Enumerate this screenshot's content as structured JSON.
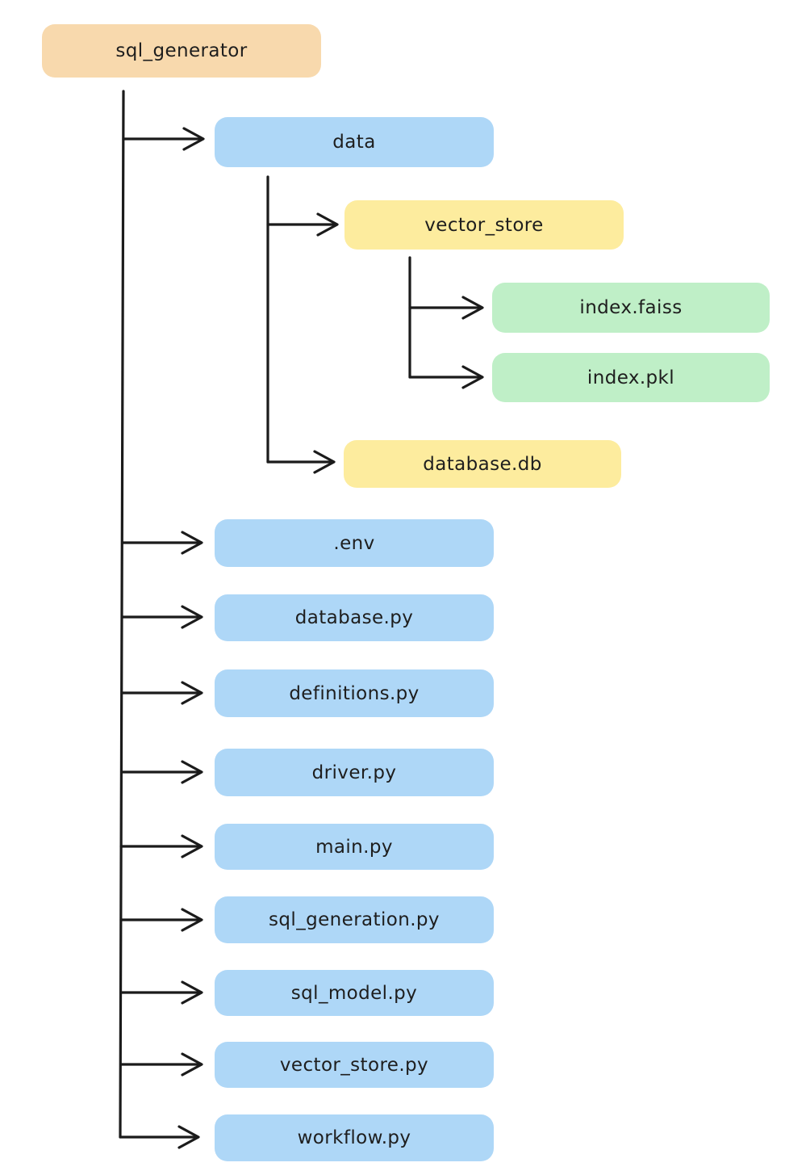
{
  "tree": {
    "root": {
      "label": "sql_generator"
    },
    "children": [
      {
        "label": "data",
        "children": [
          {
            "label": "vector_store",
            "children": [
              {
                "label": "index.faiss"
              },
              {
                "label": "index.pkl"
              }
            ]
          },
          {
            "label": "database.db"
          }
        ]
      },
      {
        "label": ".env"
      },
      {
        "label": "database.py"
      },
      {
        "label": "definitions.py"
      },
      {
        "label": "driver.py"
      },
      {
        "label": "main.py"
      },
      {
        "label": "sql_generation.py"
      },
      {
        "label": "sql_model.py"
      },
      {
        "label": "vector_store.py"
      },
      {
        "label": "workflow.py"
      }
    ]
  },
  "colors": {
    "root_fill": "#f8d9ad",
    "blue_fill": "#aed7f7",
    "yellow_fill": "#fdec9e",
    "green_fill": "#bfefc7",
    "connector_stroke": "#1b1b1b",
    "text": "#1e1e1e",
    "background": "#ffffff"
  }
}
